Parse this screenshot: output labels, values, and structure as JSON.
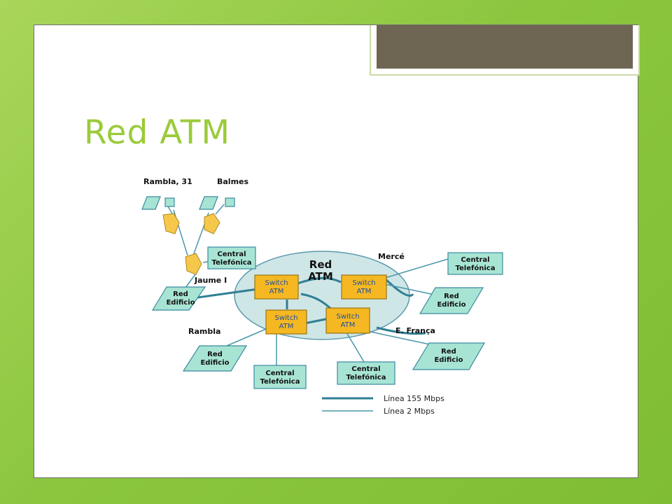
{
  "slide": {
    "title": "Red ATM"
  },
  "diagram": {
    "network_label": [
      "Red",
      "ATM"
    ],
    "switch_label": [
      "Switch",
      "ATM"
    ],
    "central_label": [
      "Central",
      "Telefónica"
    ],
    "edificio_label": [
      "Red",
      "Edificio"
    ],
    "places": {
      "rambla31": "Rambla, 31",
      "balmes": "Balmes",
      "jaume": "Jaume I",
      "merce": "Mercé",
      "rambla": "Rambla",
      "efranca": "E. França"
    },
    "legend": {
      "thick": "Línea 155 Mbps",
      "thin": "Línea 2 Mbps"
    }
  },
  "colors": {
    "background": "#8cc63f",
    "title": "#9bcb3b",
    "switch_fill": "#f5b822",
    "node_fill": "#a8e4d4",
    "ellipse_fill": "#cfe6e6",
    "line": "#2f7f94"
  }
}
